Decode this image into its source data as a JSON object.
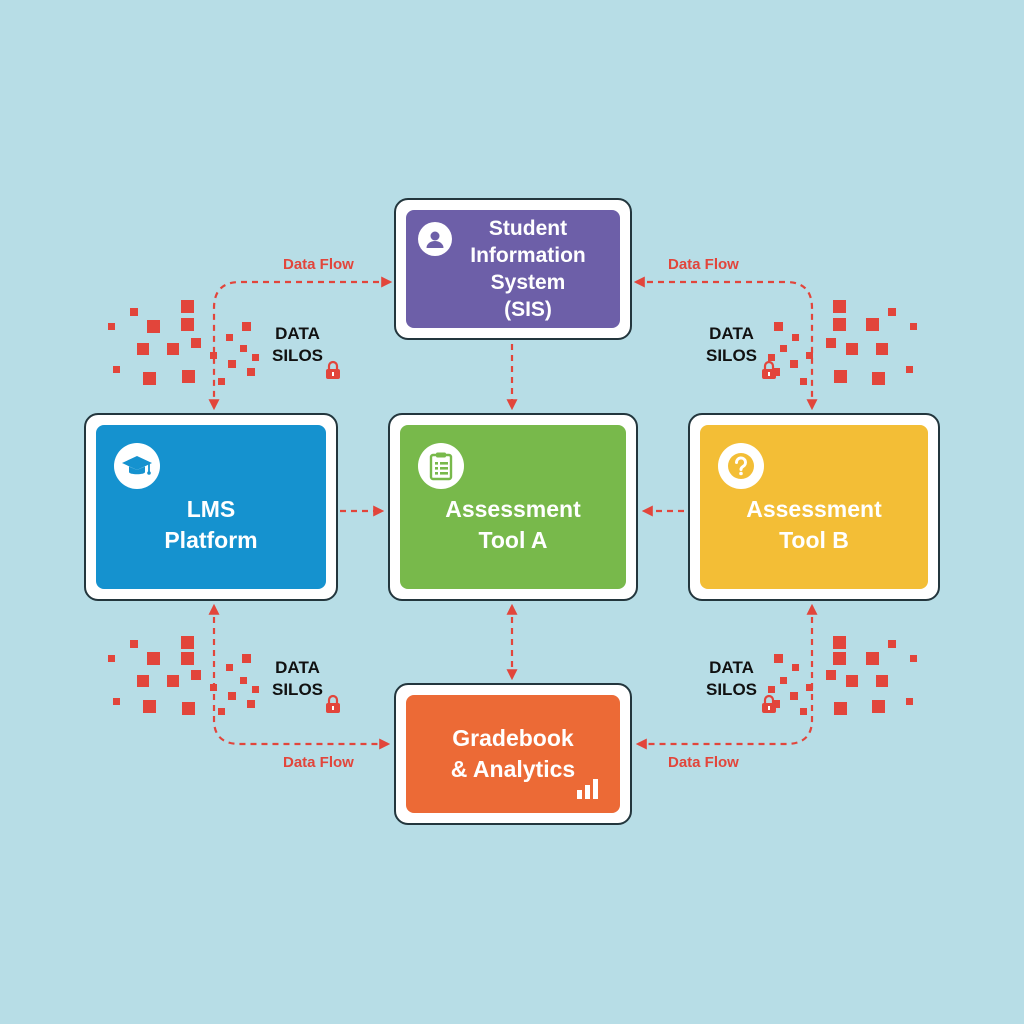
{
  "nodes": {
    "sis": {
      "lines": [
        "Student",
        "Information",
        "System",
        "(SIS)"
      ],
      "icon": "user-icon",
      "color": "#6d5fa8"
    },
    "lms": {
      "lines": [
        "LMS",
        "Platform"
      ],
      "icon": "graduation-cap-icon",
      "color": "#1592cf"
    },
    "tool_a": {
      "lines": [
        "Assessment",
        "Tool A"
      ],
      "icon": "clipboard-icon",
      "color": "#78b94b"
    },
    "tool_b": {
      "lines": [
        "Assessment",
        "Tool B"
      ],
      "icon": "question-icon",
      "color": "#f3be36"
    },
    "grade": {
      "lines": [
        "Gradebook",
        "& Analytics"
      ],
      "icon": "bar-chart-icon",
      "color": "#ec6a36"
    }
  },
  "flow_labels": {
    "top_left": "Data Flow",
    "top_right": "Data Flow",
    "bottom_left": "Data Flow",
    "bottom_right": "Data Flow"
  },
  "silos": {
    "top_left": [
      "DATA",
      "SILOS"
    ],
    "top_right": [
      "DATA",
      "SILOS"
    ],
    "bottom_left": [
      "DATA",
      "SILOS"
    ],
    "bottom_right": [
      "DATA",
      "SILOS"
    ]
  },
  "colors": {
    "background": "#b7dde6",
    "arrow": "#e2453b",
    "pixel": "#e2453b"
  }
}
